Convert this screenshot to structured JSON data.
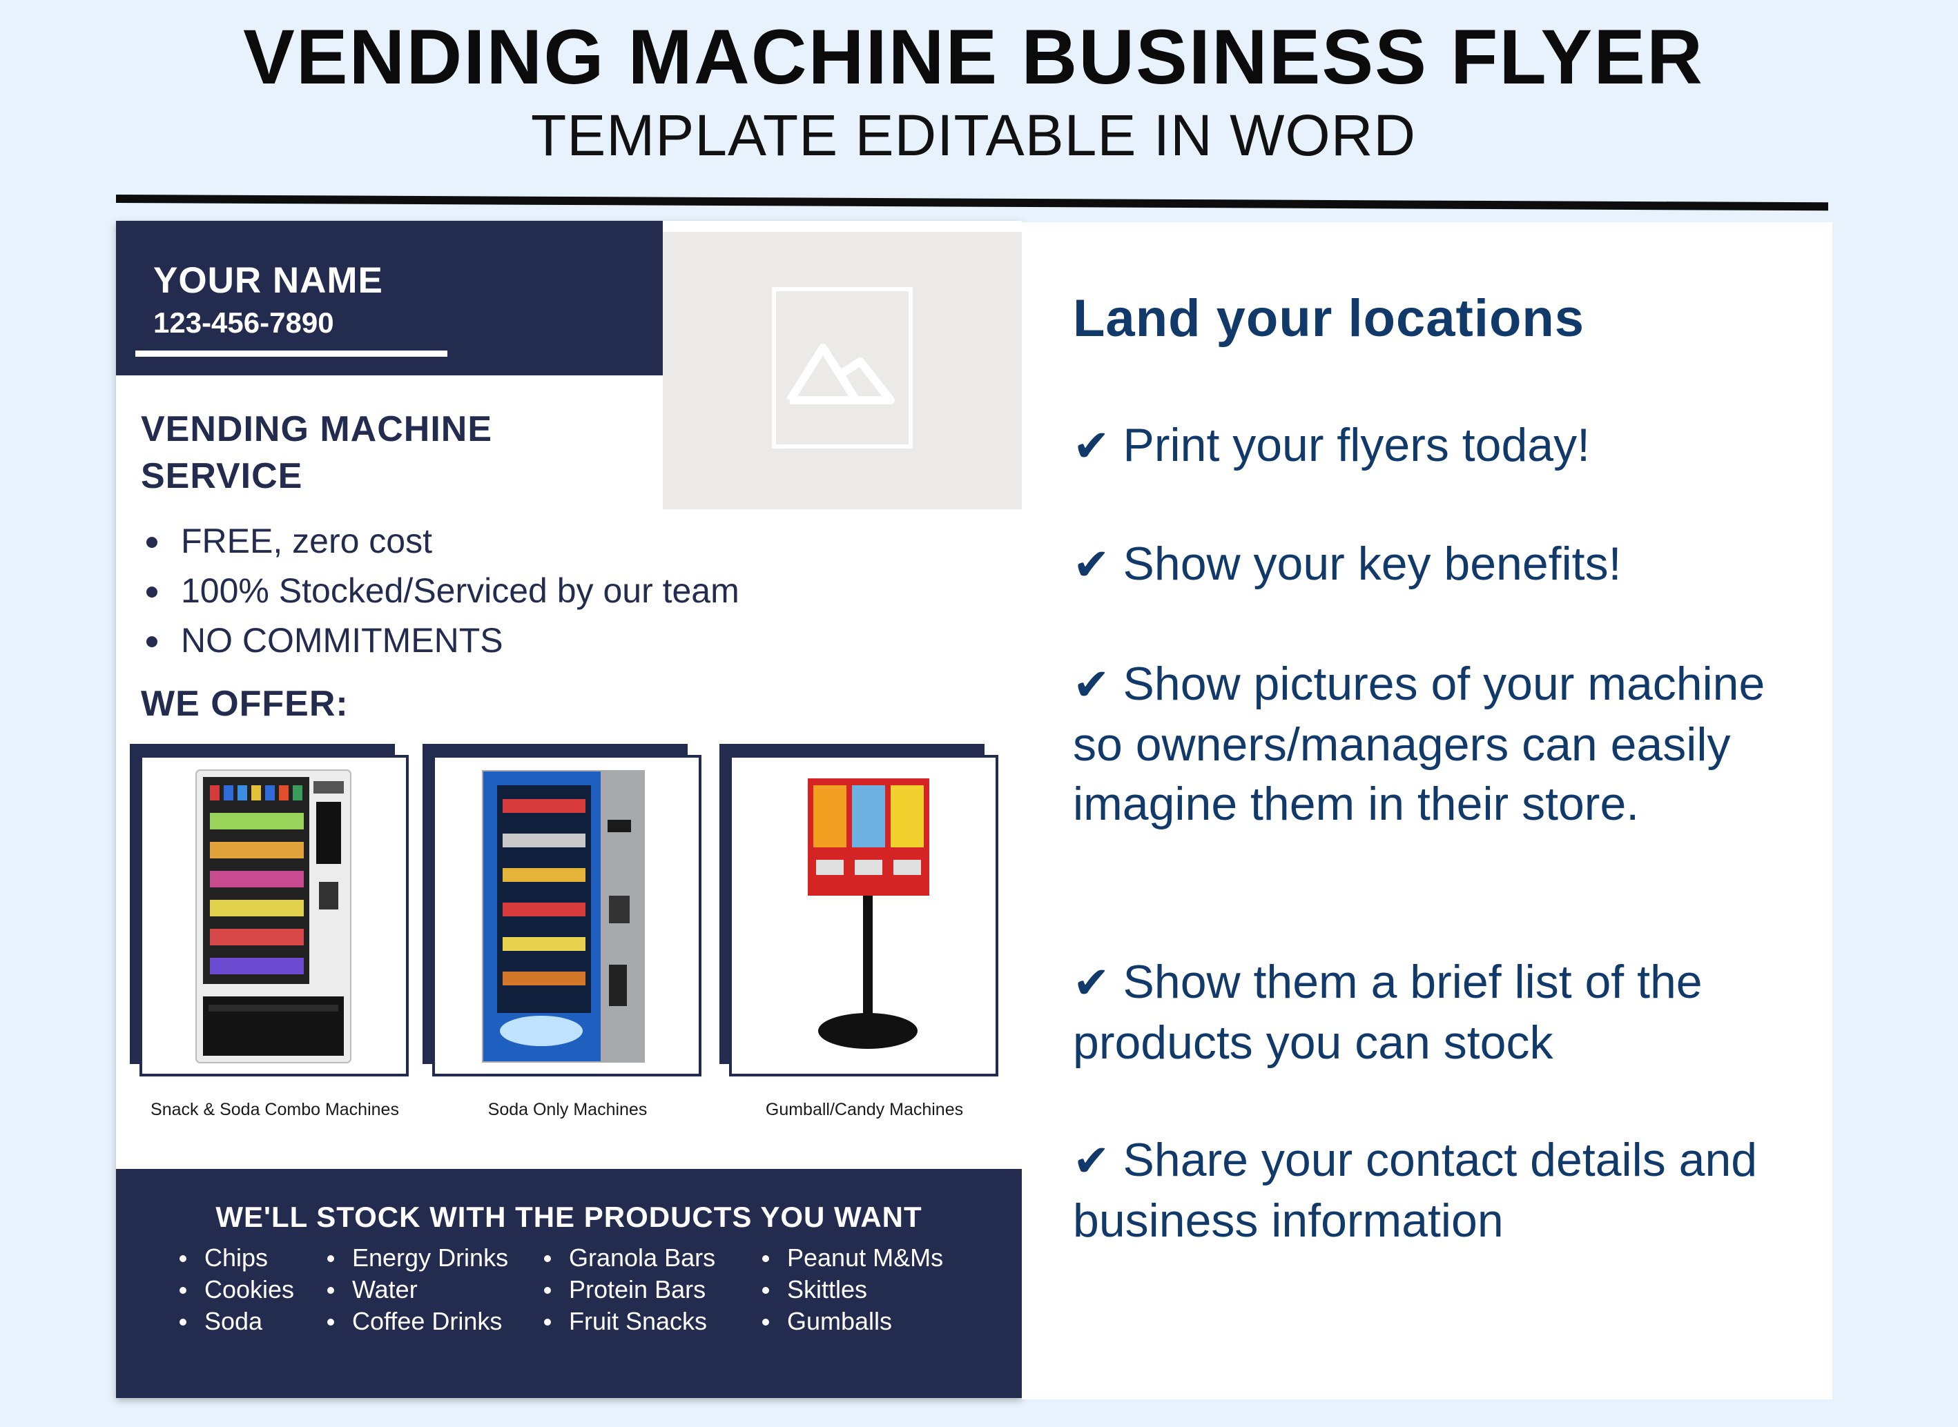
{
  "header": {
    "title": "VENDING MACHINE BUSINESS FLYER",
    "subtitle": "TEMPLATE EDITABLE IN WORD"
  },
  "flyer": {
    "name": "YOUR NAME",
    "phone": "123-456-7890",
    "photo_placeholder_icon": "mountain-image-icon",
    "service_title": "VENDING MACHINE SERVICE",
    "benefits": [
      "FREE, zero cost",
      "100% Stocked/Serviced by our team",
      "NO COMMITMENTS"
    ],
    "offer_title": "WE OFFER:",
    "machines": [
      {
        "caption": "Snack & Soda Combo  Machines",
        "icon": "snack-vending-machine-image"
      },
      {
        "caption": "Soda Only Machines",
        "icon": "soda-vending-machine-image"
      },
      {
        "caption": "Gumball/Candy  Machines",
        "icon": "gumball-machine-image"
      }
    ],
    "stock_title": "WE'LL STOCK WITH THE PRODUCTS YOU WANT",
    "stock_columns": [
      [
        "Chips",
        "Cookies",
        "Soda"
      ],
      [
        "Energy Drinks",
        "Water",
        "Coffee Drinks"
      ],
      [
        "Granola Bars",
        "Protein Bars",
        "Fruit Snacks"
      ],
      [
        "Peanut M&Ms",
        "Skittles",
        "Gumballs"
      ]
    ],
    "colors": {
      "navy": "#232c4f",
      "placeholder": "#ebeae8"
    }
  },
  "right_panel": {
    "heading": "Land your locations",
    "check_symbol": "✔",
    "tips": [
      "Print your flyers today!",
      "Show your key benefits!",
      "Show pictures of your machine so owners/managers can easily imagine them in their store.",
      "Show them a brief list of the products you can stock",
      "Share your contact details and business information"
    ],
    "colors": {
      "text": "#113a6b",
      "background": "#e8f2fc"
    }
  }
}
